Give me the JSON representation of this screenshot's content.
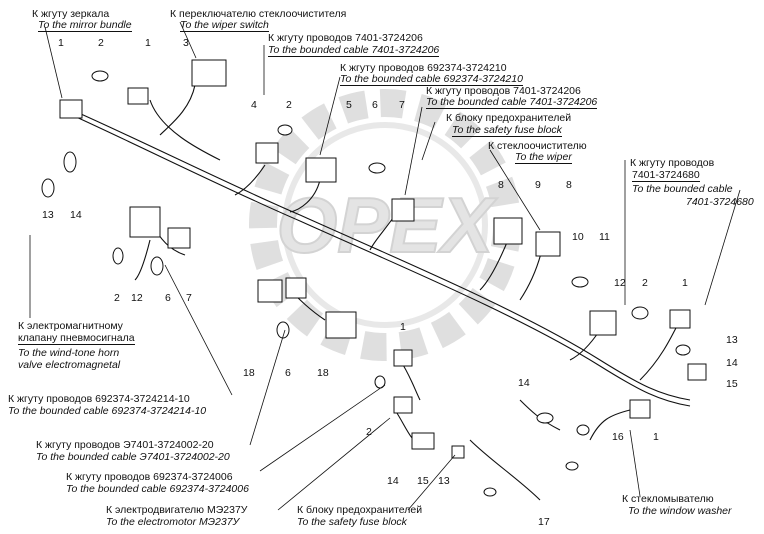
{
  "watermark": {
    "text": "OPEX",
    "color": "#d9d9d9"
  },
  "labels": {
    "mirror_ru": "К жгуту зеркала",
    "mirror_en": "To the mirror bundle",
    "wiper_switch_ru": "К переключателю стеклоочистителя",
    "wiper_switch_en": "To the wiper switch",
    "cable_7401_ru": "К жгуту проводов 7401-3724206",
    "cable_7401_en": "To the bounded cable 7401-3724206",
    "cable_692374_ru": "К жгуту проводов 692374-3724210",
    "cable_692374_en": "To the bounded cable 692374-3724210",
    "cable_7401b_ru": "К жгуту проводов 7401-3724206",
    "cable_7401b_en": "To the bounded cable 7401-3724206",
    "fuse_top_ru": "К блоку предохранителей",
    "fuse_top_en": "To the safety fuse block",
    "wiper_ru": "К стеклоочистителю",
    "wiper_en": "To the wiper",
    "cable_680_ru1": "К жгуту проводов",
    "cable_680_ru2": "7401-3724680",
    "cable_680_en1": "To the bounded cable",
    "cable_680_en2": "7401-3724680",
    "horn_ru1": "К электромагнитному",
    "horn_ru2": "клапану пневмосигнала",
    "horn_en1": "To the wind-tone horn",
    "horn_en2": "valve electromagnetal",
    "cable_214_ru": "К жгуту проводов 692374-3724214-10",
    "cable_214_en": "To the bounded cable 692374-3724214-10",
    "cable_002_ru": "К жгуту проводов Э7401-3724002-20",
    "cable_002_en": "To the bounded cable Э7401-3724002-20",
    "cable_006_ru": "К жгуту проводов 692374-3724006",
    "cable_006_en": "To the bounded cable 692374-3724006",
    "motor_ru": "К электродвигателю МЭ237У",
    "motor_en": "To the electromotor МЭ237У",
    "fuse_bot_ru": "К блоку предохранителей",
    "fuse_bot_en": "To the safety fuse block",
    "washer_ru": "К стекломывателю",
    "washer_en": "To the window washer"
  },
  "callouts": {
    "c1a": "1",
    "c2a": "2",
    "c1b": "1",
    "c3": "3",
    "c4": "4",
    "c2b": "2",
    "c5": "5",
    "c6a": "6",
    "c7a": "7",
    "c13a": "13",
    "c14a": "14",
    "c8a": "8",
    "c9": "9",
    "c8b": "8",
    "c10": "10",
    "c11": "11",
    "c2c": "2",
    "c12a": "12",
    "c6b": "6",
    "c7b": "7",
    "c12b": "12",
    "c2d": "2",
    "c1c": "1",
    "c13b": "13",
    "c14b": "14",
    "c15a": "15",
    "c18a": "18",
    "c6c": "6",
    "c18b": "18",
    "c1d": "1",
    "c14c": "14",
    "c16": "16",
    "c1e": "1",
    "c2e": "2",
    "c14d": "14",
    "c15b": "15",
    "c13c": "13",
    "c17": "17"
  }
}
